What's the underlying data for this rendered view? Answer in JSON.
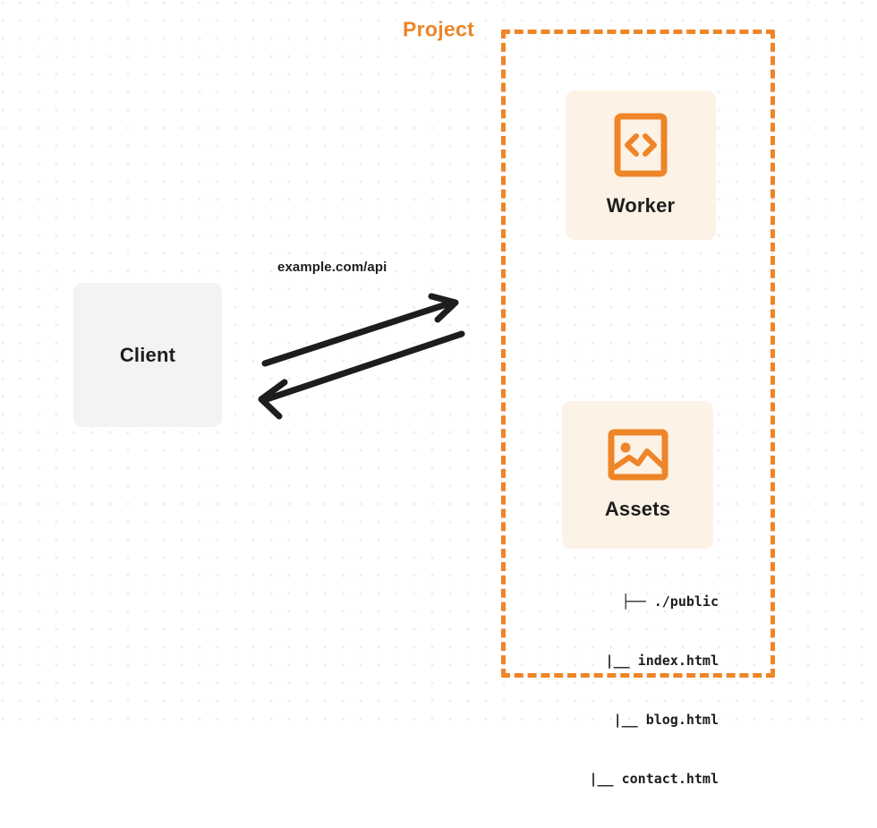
{
  "diagram": {
    "title": "Project",
    "background": "#ffffff",
    "accent_color": "#ee8528",
    "node_fill": "#fdf2e6",
    "client_fill": "#f2f3f4",
    "text_color": "#1d1d1d",
    "dot_grid_color": "#eceded"
  },
  "client": {
    "label": "Client",
    "icon": "none"
  },
  "project": {
    "label": "Project",
    "nodes": [
      {
        "id": "worker",
        "label": "Worker",
        "icon": "code-brackets-icon"
      },
      {
        "id": "assets",
        "label": "Assets",
        "icon": "image-icon"
      }
    ]
  },
  "file_tree": {
    "rows": [
      "├── ./public",
      "    |__ index.html",
      "     |__ blog.html",
      "  |__ contact.html"
    ],
    "entries": [
      "./public",
      "index.html",
      "blog.html",
      "contact.html"
    ]
  },
  "connections": {
    "label": "example.com/api",
    "request_direction": "client-to-project",
    "response_direction": "project-to-client",
    "stroke_color": "#1d1d1d"
  }
}
